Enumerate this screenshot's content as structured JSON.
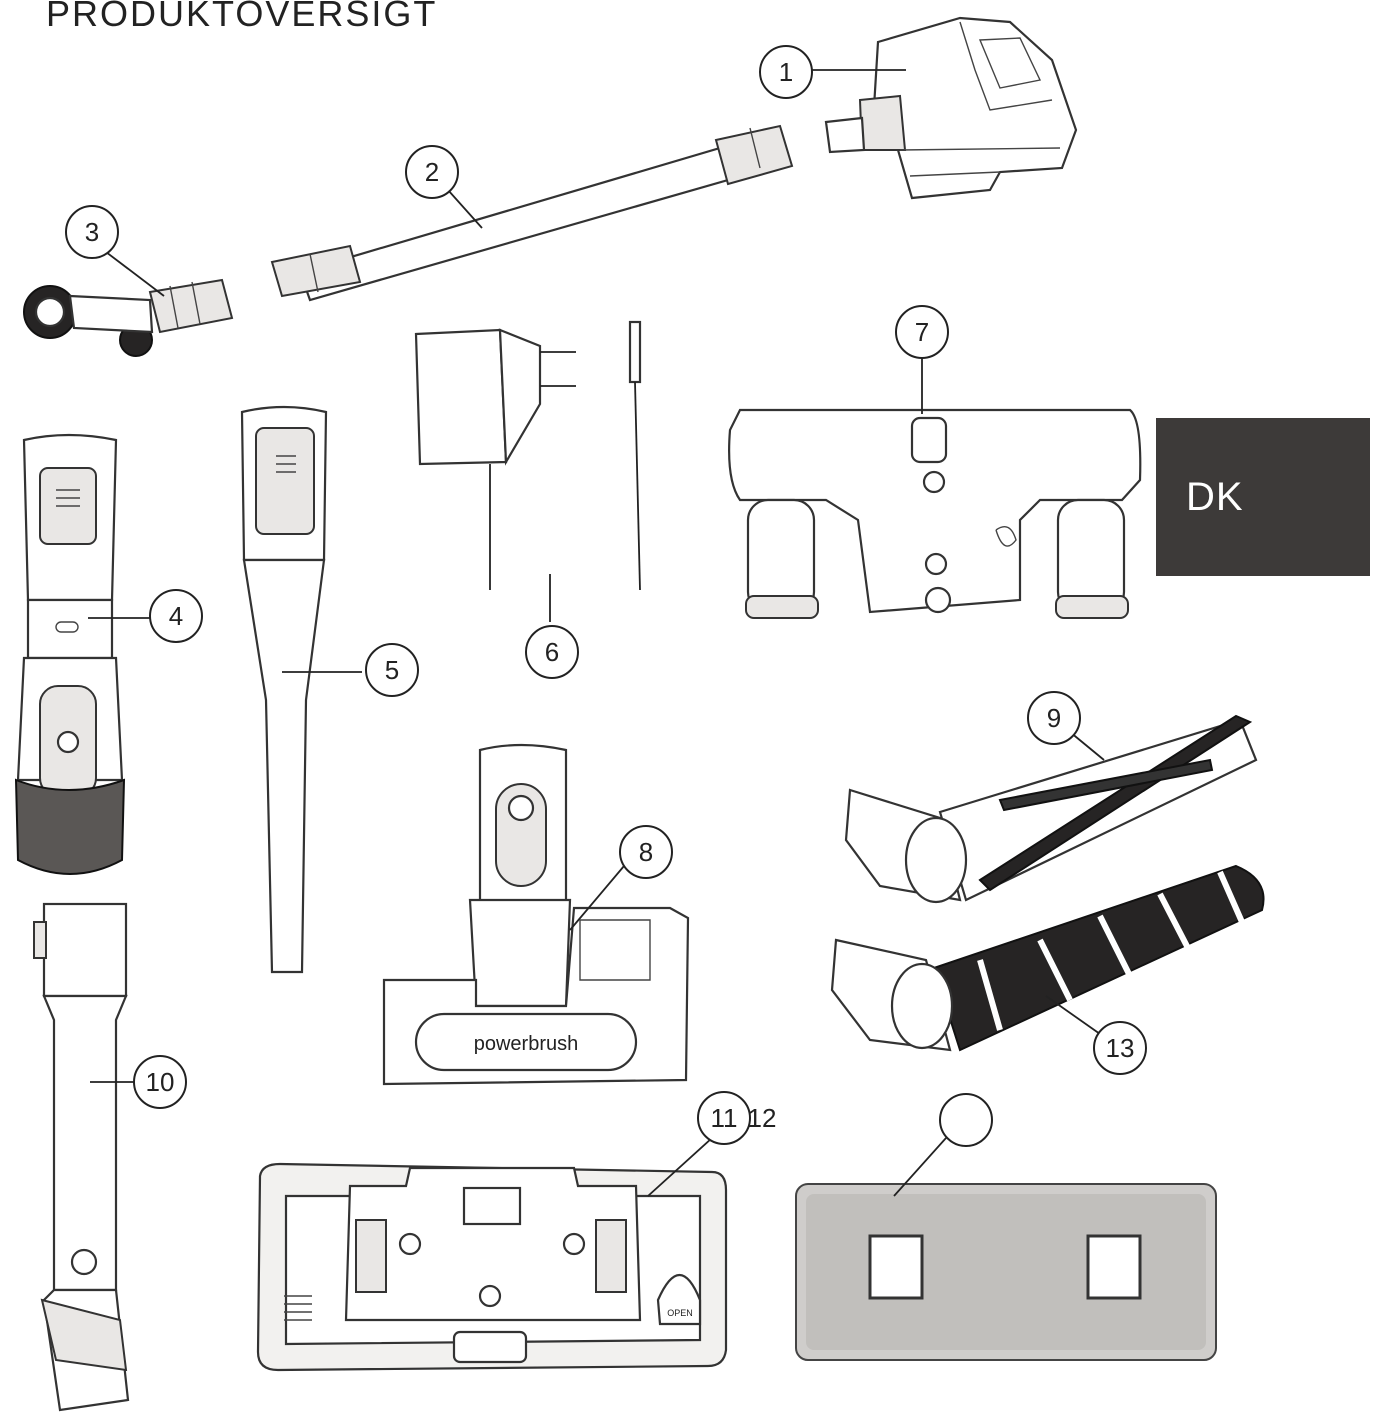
{
  "title": "PRODUKTOVERSIGT",
  "language_tag": "DK",
  "brand_label": "powerbrush",
  "mop_button_label": "OPEN",
  "callouts": [
    "1",
    "2",
    "3",
    "4",
    "5",
    "6",
    "7",
    "8",
    "9",
    "10",
    "11",
    "12",
    "13"
  ],
  "colors": {
    "lang_box": "#3d3a39",
    "line": "#222222"
  }
}
